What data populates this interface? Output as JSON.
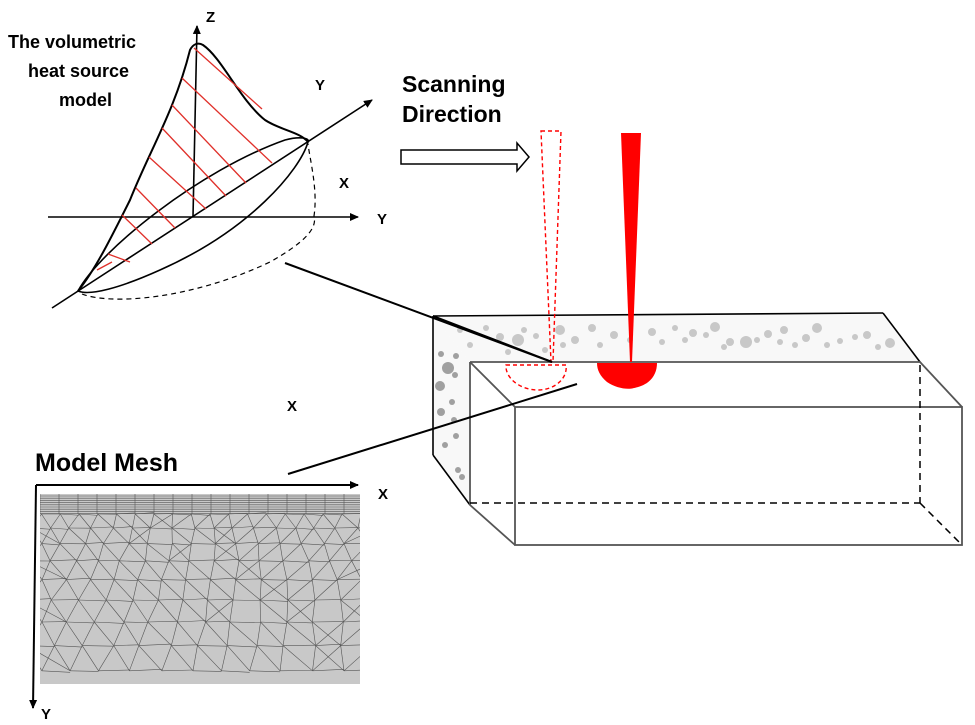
{
  "heat_source": {
    "title_lines": [
      "The volumetric",
      "heat source",
      "model"
    ],
    "axis_z": "Z",
    "axis_y_diag": "Y",
    "axis_x": "X",
    "axis_y_horiz": "Y"
  },
  "scanning": {
    "title_lines": [
      "Scanning",
      "Direction"
    ]
  },
  "mesh": {
    "title": "Model Mesh",
    "axis_x": "X",
    "axis_y": "Y"
  },
  "middle_label": "X",
  "colors": {
    "laser": "#ff0000",
    "powder_particle_light": "#c8c8c8",
    "powder_particle_dark": "#a0a0a0",
    "mesh_fill": "#c8c8c8",
    "mesh_line": "#555555",
    "hatch": "#e0302a"
  }
}
